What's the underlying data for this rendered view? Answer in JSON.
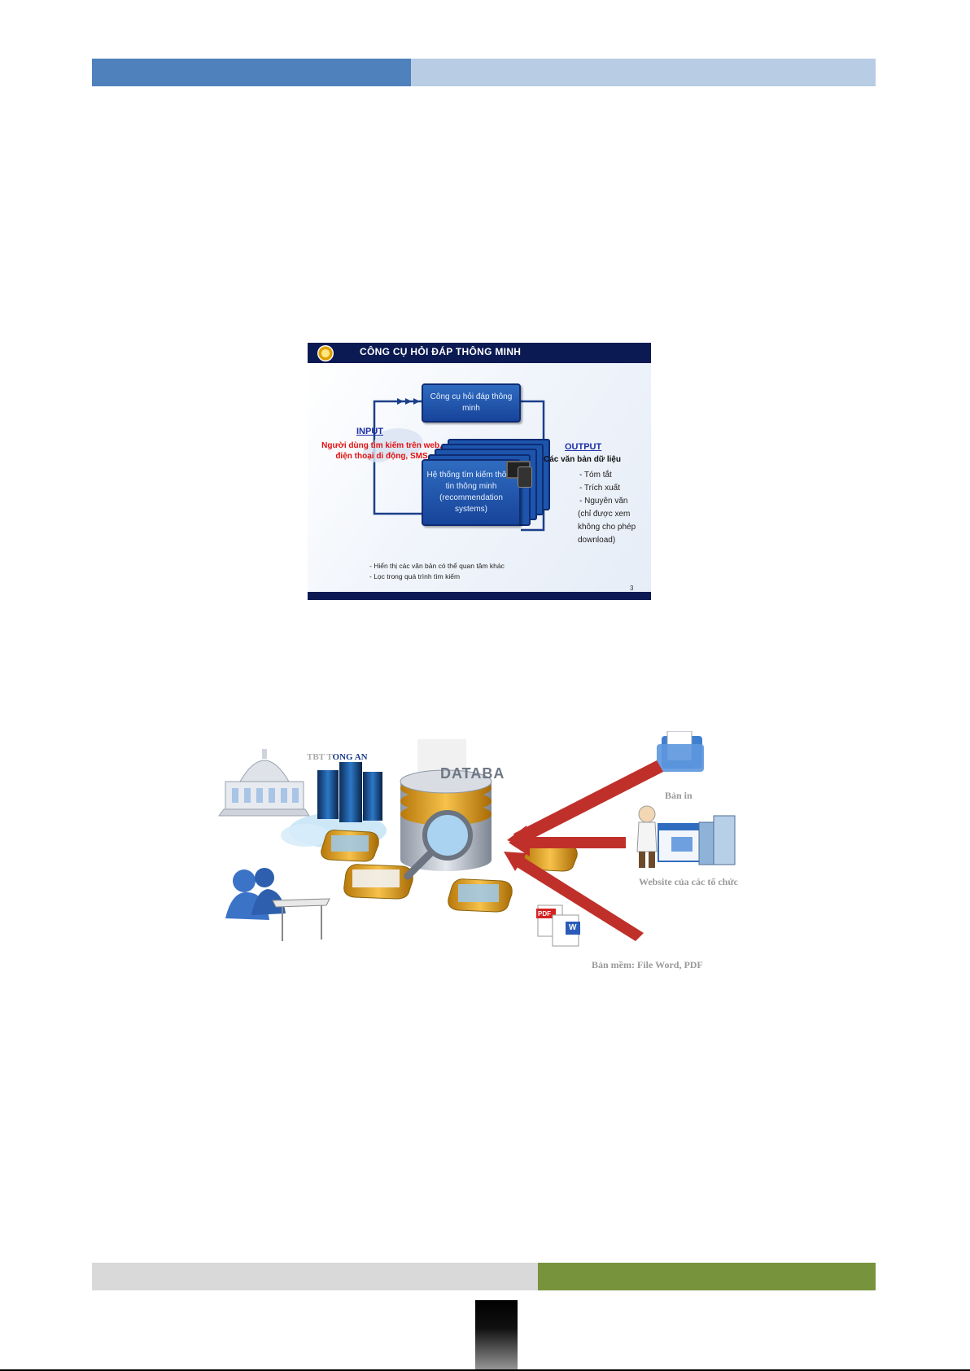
{
  "slide": {
    "title": "CÔNG CỤ HỎI ĐÁP THÔNG MINH",
    "top_box": "Công cụ hỏi đáp thông minh",
    "main_box": "Hệ thống tìm kiếm thông tin thông minh (recommendation systems)",
    "input_label": "INPUT",
    "input_text": "Người dùng tìm kiếm trên web, điện thoại di động, SMS",
    "output_label": "OUTPUT",
    "output_heading": "Các văn bản dữ liệu",
    "output_items": [
      "- Tóm tắt",
      "- Trích xuất",
      "- Nguyên văn",
      "(chỉ được xem",
      "không cho phép",
      "download)"
    ],
    "notes": [
      "- Hiển thị các văn bản có thể quan tâm khác",
      "- Lọc trong quá trình tìm kiếm"
    ],
    "page_number": "3"
  },
  "illustration": {
    "building_label_grey": "TBT T",
    "building_label_blue": "ONG AN",
    "database_label": "DATABA",
    "cap_print": "Bản in",
    "cap_website": "Website của các tổ chức",
    "cap_soft": "Bản mềm: File Word, PDF",
    "pdf_badge": "PDF",
    "word_badge": "W"
  },
  "colors": {
    "header_dark": "#4f81bd",
    "header_light": "#b8cce4",
    "footer_grey": "#d9d9d9",
    "footer_green": "#77933c",
    "arrow_red": "#c0302a"
  }
}
